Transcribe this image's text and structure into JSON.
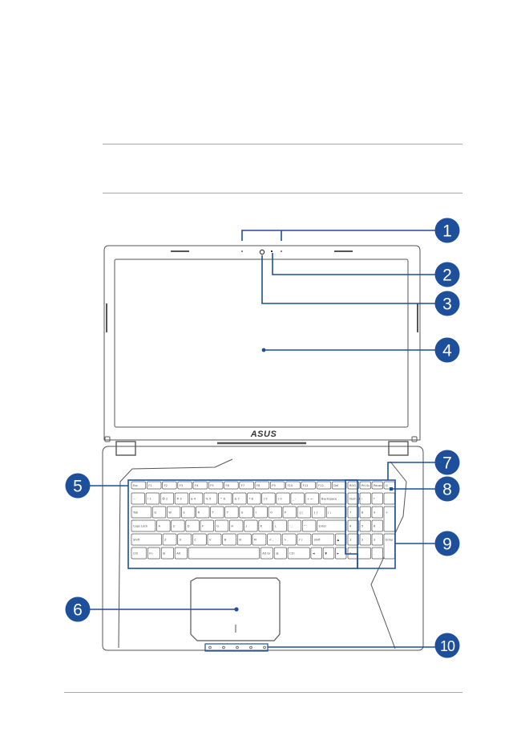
{
  "page": {
    "accent": "#1d4f9a",
    "outline": "#555555",
    "rule_color": "#a8a8a8"
  },
  "laptop": {
    "brand_logo": "ASUS",
    "callouts": [
      "1",
      "2",
      "3",
      "4",
      "5",
      "6",
      "7",
      "8",
      "9",
      "10"
    ],
    "keyboard": {
      "rows": [
        [
          "Esc",
          "F1",
          "F2",
          "F3",
          "F4",
          "F5",
          "F6",
          "F7",
          "F8",
          "F9",
          "F10",
          "F11",
          "F12",
          "Del"
        ],
        [
          "~ `",
          "! 1",
          "@ 2",
          "# 3",
          "$ 4",
          "% 5",
          "^ 6",
          "& 7",
          "* 8",
          "( 9",
          ") 0",
          "_ -",
          "+ =",
          "Backspace"
        ],
        [
          "Tab",
          "Q",
          "W",
          "E",
          "R",
          "T",
          "Y",
          "U",
          "I",
          "O",
          "P",
          "{ [",
          "} ]",
          "| \\"
        ],
        [
          "Caps Lock",
          "A",
          "S",
          "D",
          "F",
          "G",
          "H",
          "J",
          "K",
          "L",
          ": ;",
          "\" '",
          "Enter"
        ],
        [
          "Shift",
          "Z",
          "X",
          "C",
          "V",
          "B",
          "N",
          "M",
          "< ,",
          "> .",
          "? /",
          "Shift",
          "▲"
        ],
        [
          "Ctrl",
          "Fn",
          "⊞",
          "Alt",
          "",
          "Alt Gr",
          "☰",
          "Ctrl",
          "◄",
          "▼",
          "►"
        ]
      ],
      "numpad": [
        [
          "ROG",
          "Prt Sc",
          "Pause",
          "⏻"
        ],
        [
          "Num Lk",
          "/",
          "*",
          "-"
        ],
        [
          "7",
          "8",
          "9",
          "+"
        ],
        [
          "4",
          "5",
          "6"
        ],
        [
          "1",
          "2",
          "3",
          "Enter"
        ],
        [
          "0",
          "."
        ]
      ]
    },
    "indicators": [
      "power-indicator",
      "battery-indicator",
      "hdd-indicator",
      "wireless-indicator",
      "capslock-indicator"
    ]
  }
}
